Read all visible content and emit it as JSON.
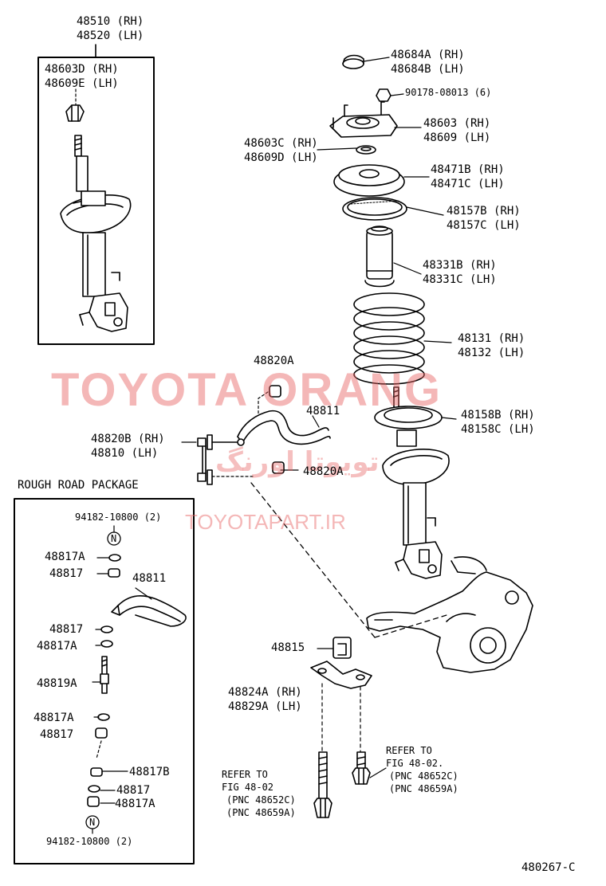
{
  "diagram": {
    "figure_number": "480267-C",
    "watermark": {
      "brand": "TOYOTA ORANG",
      "persian": "تویوتا اورنگ",
      "site": "TOYOTAPART.IR"
    },
    "assembly_box": {
      "part_rh": "48510 (RH)",
      "part_lh": "48520 (LH)",
      "inner_rh": "48603D (RH)",
      "inner_lh": "48609E (LH)"
    },
    "strut_parts": [
      {
        "line1": "48684A (RH)",
        "line2": "48684B (LH)"
      },
      {
        "line1": "90178-08013 (6)"
      },
      {
        "line1": "48603 (RH)",
        "line2": "48609 (LH)"
      },
      {
        "line1": "48603C (RH)",
        "line2": "48609D (LH)"
      },
      {
        "line1": "48471B (RH)",
        "line2": "48471C (LH)"
      },
      {
        "line1": "48157B (RH)",
        "line2": "48157C (LH)"
      },
      {
        "line1": "48331B (RH)",
        "line2": "48331C (LH)"
      },
      {
        "line1": "48131 (RH)",
        "line2": "48132 (LH)"
      },
      {
        "line1": "48158B (RH)",
        "line2": "48158C (LH)"
      }
    ],
    "stabilizer_parts": {
      "bushing_top": "48820A",
      "bar": "48811",
      "link_rh": "48820B (RH)",
      "link_lh": "48810 (LH)",
      "bushing_lower": "48820A",
      "bracket_bush": "48815",
      "bracket_rh": "48824A (RH)",
      "bracket_lh": "48829A (LH)"
    },
    "refer_left": {
      "line1": "REFER TO",
      "line2": "FIG 48-02",
      "line3": "(PNC 48652C)",
      "line4": "(PNC 48659A)"
    },
    "refer_right": {
      "line1": "REFER TO",
      "line2": "FIG 48-02.",
      "line3": "(PNC 48652C)",
      "line4": "(PNC 48659A)"
    },
    "rough_road": {
      "title": "ROUGH ROAD PACKAGE",
      "bolt_top": "94182-10800 (2)",
      "n_mark": "N",
      "parts": [
        "48817A",
        "48817",
        "48811",
        "48817",
        "48817A",
        "48819A",
        "48817A",
        "48817",
        "48817B",
        "48817",
        "48817A"
      ],
      "bolt_bottom": "94182-10800 (2)"
    }
  }
}
